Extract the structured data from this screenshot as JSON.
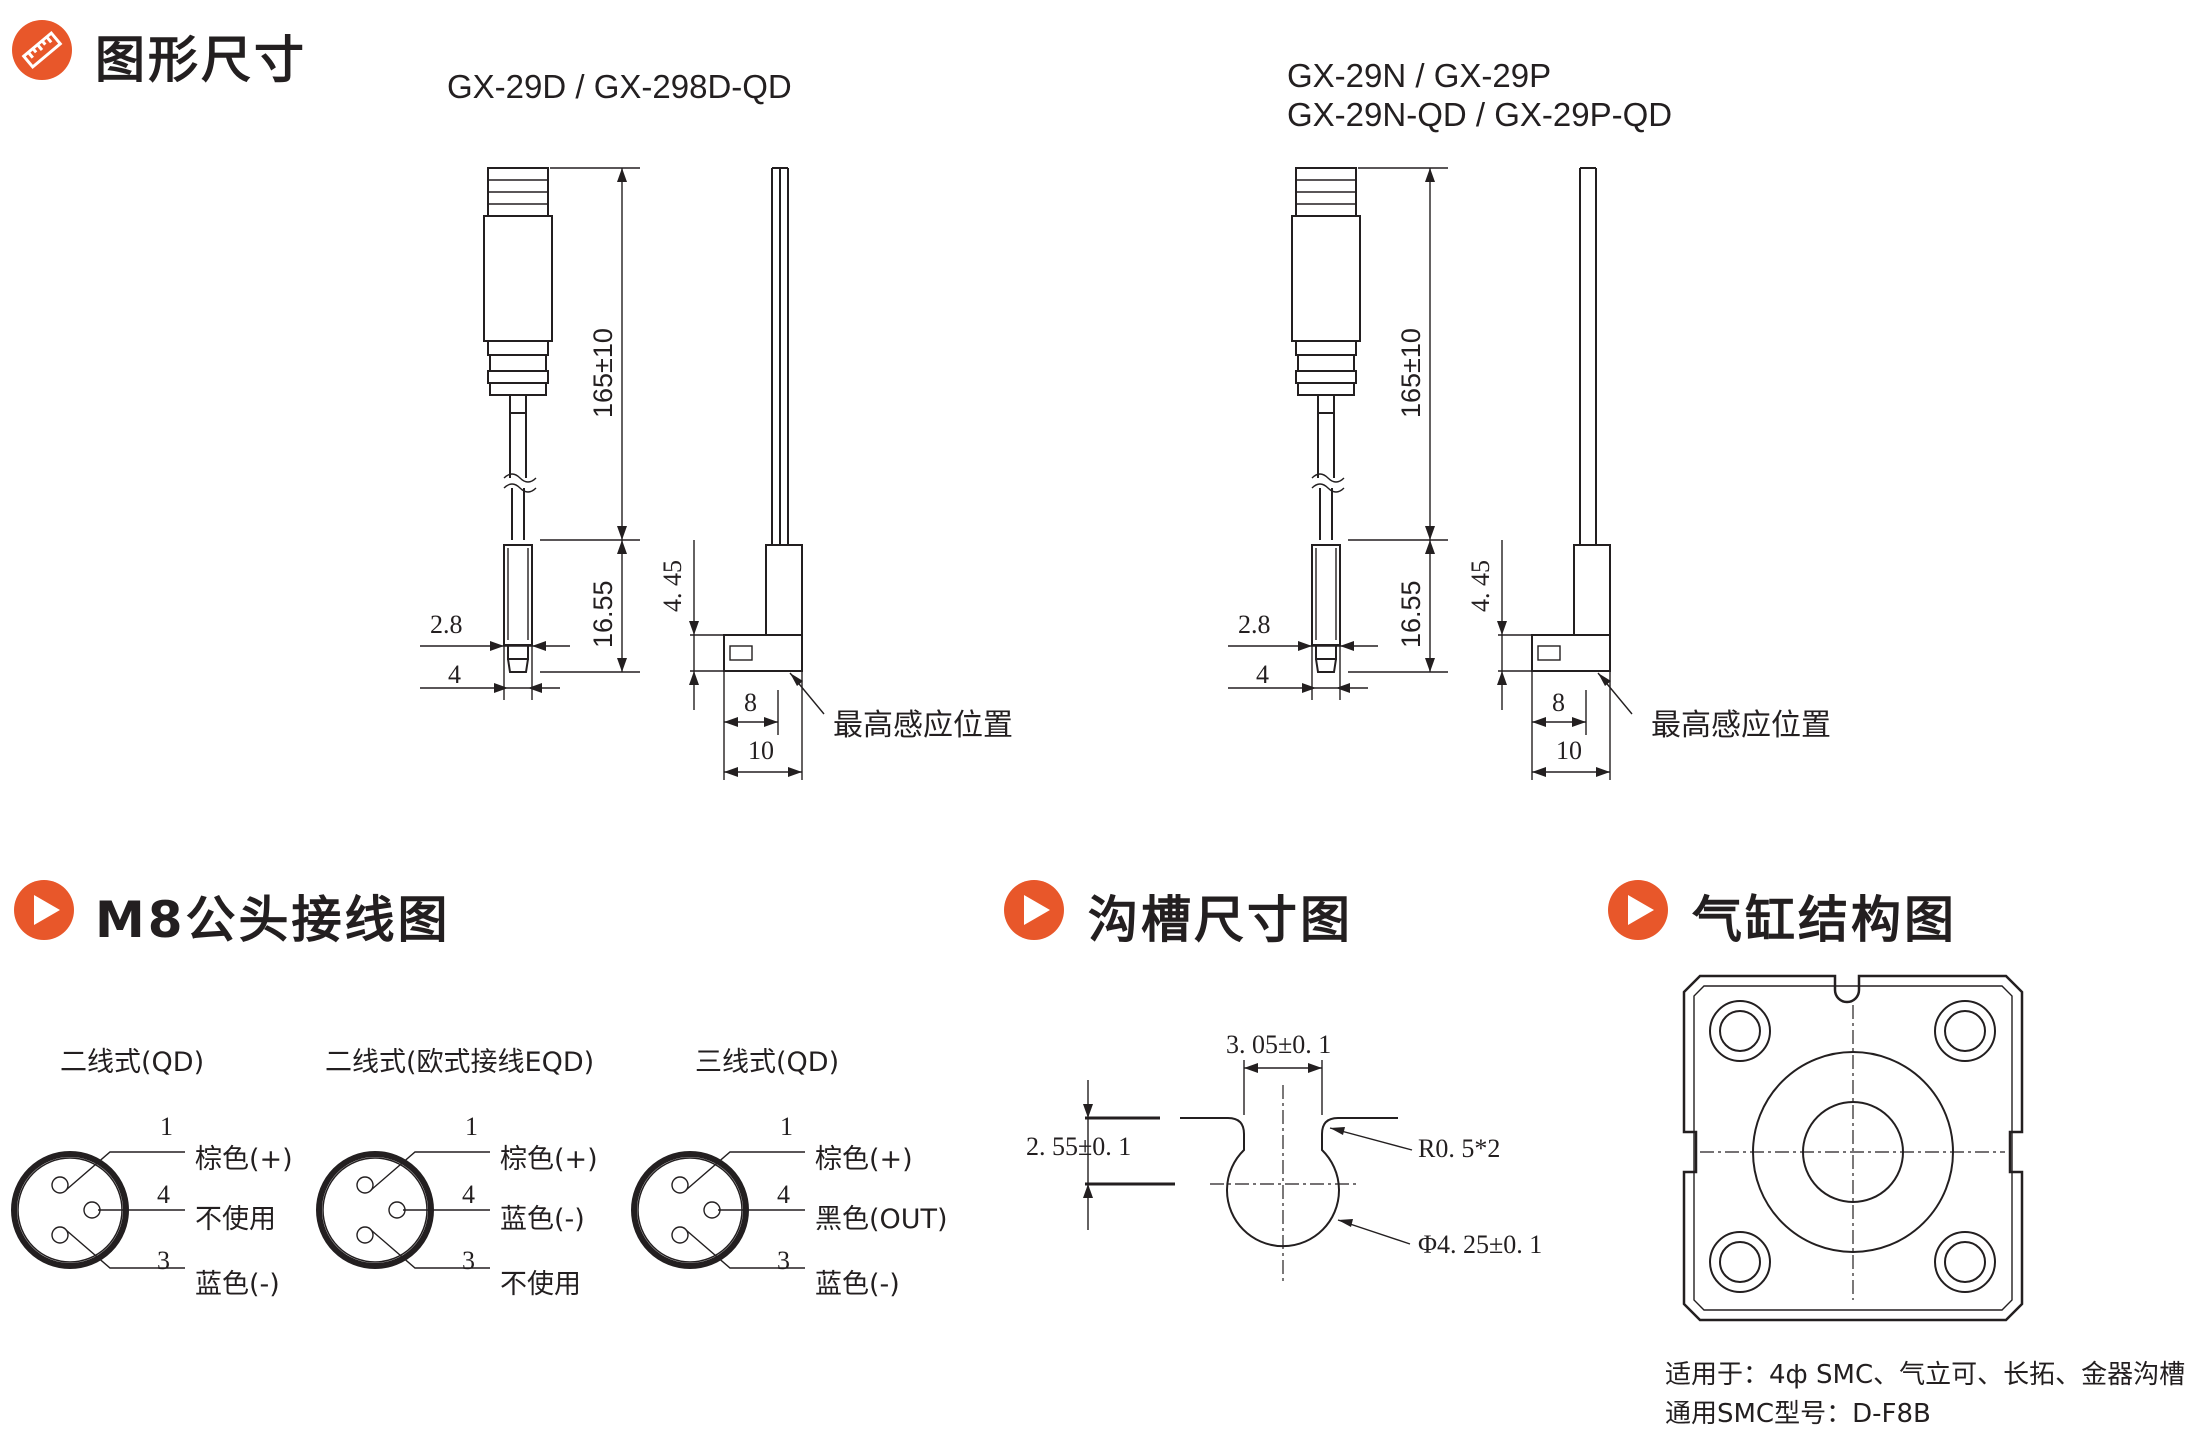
{
  "colors": {
    "accent": "#e8572a",
    "text": "#231f20"
  },
  "sections": {
    "dimensions": {
      "title": "图形尺寸",
      "icon": "ruler-pencil-icon"
    },
    "wiring": {
      "title": "M8公头接线图",
      "icon": "play-icon"
    },
    "groove": {
      "title": "沟槽尺寸图",
      "icon": "play-icon"
    },
    "cylinder": {
      "title": "气缸结构图",
      "icon": "play-icon"
    }
  },
  "drawing_left": {
    "model": "GX-29D / GX-298D-QD",
    "dim_length": "165±10",
    "dim_body": "16.55",
    "dim_width": "2.8",
    "dim_tip": "4",
    "dim_height": "4. 45",
    "dim_8": "8",
    "dim_10": "10",
    "sense_label": "最高感应位置"
  },
  "drawing_right": {
    "model_line1": "GX-29N / GX-29P",
    "model_line2": "GX-29N-QD / GX-29P-QD",
    "dim_length": "165±10",
    "dim_body": "16.55",
    "dim_width": "2.8",
    "dim_tip": "4",
    "dim_height": "4. 45",
    "dim_8": "8",
    "dim_10": "10",
    "sense_label": "最高感应位置"
  },
  "wiring": [
    {
      "title": "二线式(QD)",
      "pin1": "1",
      "pin4": "4",
      "pin3": "3",
      "label1": "棕色(+)",
      "label4": "不使用",
      "label3": "蓝色(-)"
    },
    {
      "title": "二线式(欧式接线EQD)",
      "pin1": "1",
      "pin4": "4",
      "pin3": "3",
      "label1": "棕色(+)",
      "label4": "蓝色(-)",
      "label3": "不使用"
    },
    {
      "title": "三线式(QD)",
      "pin1": "1",
      "pin4": "4",
      "pin3": "3",
      "label1": "棕色(+)",
      "label4": "黑色(OUT)",
      "label3": "蓝色(-)"
    }
  ],
  "groove": {
    "width": "3. 05±0. 1",
    "depth": "2. 55±0. 1",
    "radius": "R0. 5*2",
    "diameter": "Φ4. 25±0. 1"
  },
  "cylinder": {
    "note_line1": "适用于：4ф SMC、气立可、长拓、金器沟槽",
    "note_line2": "通用SMC型号：D-F8B"
  }
}
